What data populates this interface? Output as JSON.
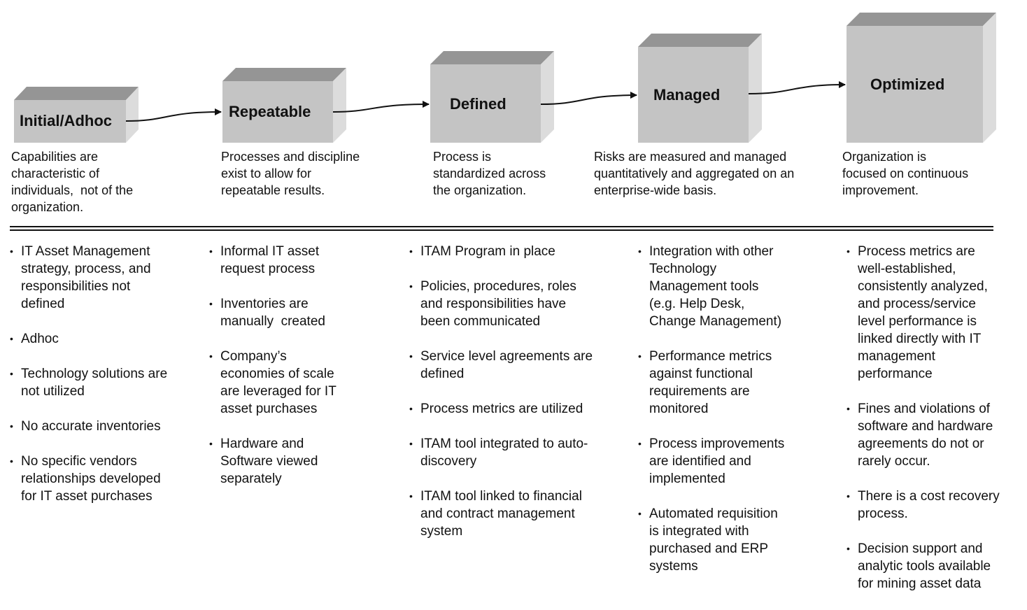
{
  "stages": [
    {
      "label": "Initial/Adhoc",
      "description": [
        "Capabilities are",
        "characteristic of",
        "individuals,  not of the",
        "organization."
      ],
      "bullets": [
        [
          "IT Asset Management",
          "strategy, process, and",
          "responsibilities not",
          "defined"
        ],
        [
          "Adhoc"
        ],
        [
          "Technology solutions are",
          "not utilized"
        ],
        [
          "No accurate inventories"
        ],
        [
          "No specific vendors",
          "relationships developed",
          "for IT asset purchases"
        ]
      ]
    },
    {
      "label": "Repeatable",
      "description": [
        "Processes and discipline",
        "exist to allow for",
        "repeatable results."
      ],
      "bullets": [
        [
          "Informal IT asset",
          "request process"
        ],
        [
          "Inventories are",
          "manually  created"
        ],
        [
          "Company’s",
          "economies of scale",
          "are leveraged for IT",
          "asset purchases"
        ],
        [
          "Hardware and",
          "Software viewed",
          "separately"
        ]
      ]
    },
    {
      "label": "Defined",
      "description": [
        "Process is",
        "standardized across",
        "the organization."
      ],
      "bullets": [
        [
          "ITAM Program in place"
        ],
        [
          "Policies, procedures, roles",
          "and responsibilities have",
          "been communicated"
        ],
        [
          "Service level agreements are",
          "defined"
        ],
        [
          "Process metrics are utilized"
        ],
        [
          "ITAM tool integrated to auto-",
          "discovery"
        ],
        [
          "ITAM tool linked to financial",
          "and contract management",
          "system"
        ]
      ]
    },
    {
      "label": "Managed",
      "description": [
        "Risks are measured and managed",
        "quantitatively and aggregated on an",
        "enterprise-wide basis."
      ],
      "bullets": [
        [
          "Integration with other",
          "Technology",
          "Management tools",
          "(e.g. Help Desk,",
          "Change Management)"
        ],
        [
          "Performance metrics",
          "against functional",
          "requirements are",
          "monitored"
        ],
        [
          "Process improvements",
          "are identified and",
          "implemented"
        ],
        [
          "Automated requisition",
          "is integrated with",
          "purchased and ERP",
          "systems"
        ]
      ]
    },
    {
      "label": "Optimized",
      "description": [
        "Organization is",
        "focused on continuous",
        "improvement."
      ],
      "bullets": [
        [
          "Process metrics are",
          "well-established,",
          "consistently analyzed,",
          "and process/service",
          "level performance is",
          "linked directly with IT",
          "management",
          "performance"
        ],
        [
          "Fines and violations of",
          "software and hardware",
          "agreements do not or",
          "rarely occur."
        ],
        [
          "There is a cost recovery",
          "process."
        ],
        [
          "Decision support and",
          "analytic tools available",
          "for mining asset data"
        ]
      ]
    }
  ],
  "colors": {
    "box_front": "#c4c4c4",
    "box_top": "#959595",
    "box_side": "#dcdcdc",
    "arrow": "#111111"
  }
}
